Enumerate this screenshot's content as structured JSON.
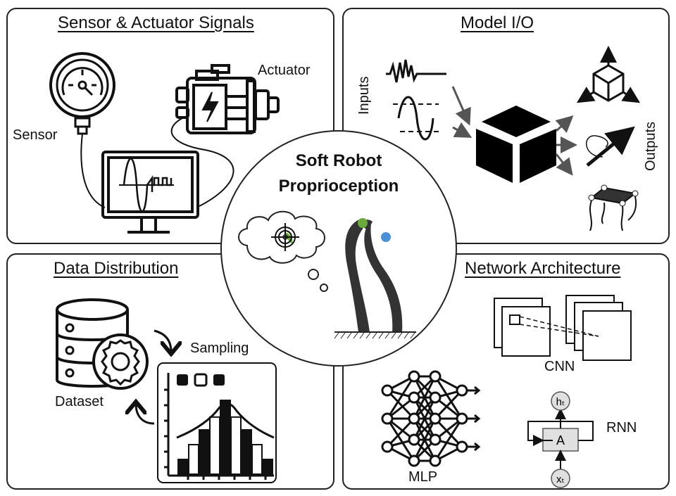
{
  "center": {
    "title_line1": "Soft Robot",
    "title_line2": "Proprioception",
    "colors": {
      "target_green": "#6aaa3a",
      "goal_blue": "#4a90d9",
      "robot_gray": "#333333"
    },
    "icons": [
      "thought-cloud-icon",
      "target-icon",
      "soft-robot-arm-icon"
    ]
  },
  "panels": {
    "sensor": {
      "title": "Sensor & Actuator Signals",
      "sensor_label": "Sensor",
      "actuator_label": "Actuator",
      "icons": [
        "pressure-gauge-icon",
        "electric-motor-icon",
        "monitor-signal-icon"
      ]
    },
    "model": {
      "title": "Model I/O",
      "inputs_label": "Inputs",
      "outputs_label": "Outputs",
      "icons": [
        "noise-signal-icon",
        "sine-wave-icon",
        "black-box-cube-icon",
        "3d-axes-cube-icon",
        "rotation-axis-icon",
        "soft-platform-icon"
      ]
    },
    "data": {
      "title": "Data Distribution",
      "dataset_label": "Dataset",
      "sampling_label": "Sampling",
      "icons": [
        "database-gear-icon",
        "histogram-icon"
      ]
    },
    "network": {
      "title": "Network Architecture",
      "cnn_label": "CNN",
      "mlp_label": "MLP",
      "rnn_label": "RNN",
      "rnn_cell_label": "A",
      "rnn_output_label": "hₜ",
      "rnn_input_label": "xₜ",
      "colors": {
        "rnn_cell_fill": "#e0e0e0"
      }
    }
  }
}
